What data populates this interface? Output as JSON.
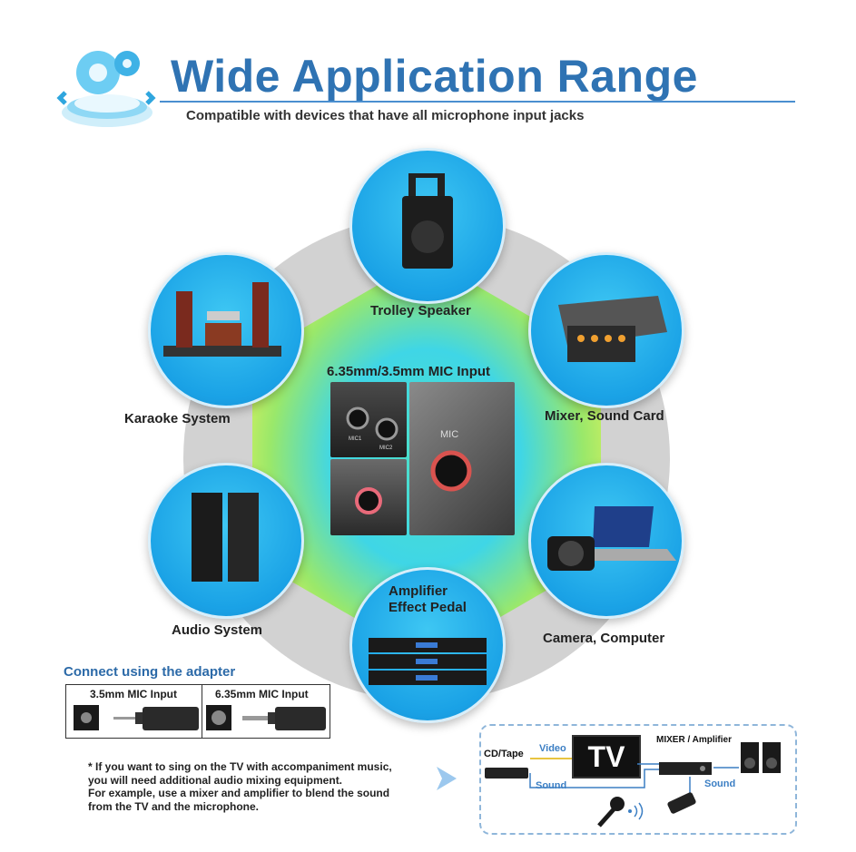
{
  "header": {
    "title": "Wide Application Range",
    "subtitle": "Compatible with devices that have all microphone input jacks"
  },
  "hub": {
    "center_label": "6.35mm/3.5mm MIC Input",
    "mic_jack_labels": [
      "MIC1",
      "MIC2",
      "MIC"
    ]
  },
  "applications": [
    {
      "label": "Trolley Speaker",
      "icon": "trolley-speaker-icon"
    },
    {
      "label": "Mixer, Sound Card",
      "icon": "mixer-icon"
    },
    {
      "label": "Camera, Computer",
      "icon": "camera-laptop-icon"
    },
    {
      "label": "Amplifier\nEffect Pedal",
      "icon": "amplifier-icon"
    },
    {
      "label": "Audio System",
      "icon": "tower-speakers-icon"
    },
    {
      "label": "Karaoke System",
      "icon": "home-theater-icon"
    }
  ],
  "adapter": {
    "heading": "Connect using the adapter",
    "options": [
      {
        "label": "3.5mm MIC Input"
      },
      {
        "label": "6.35mm MIC Input"
      }
    ]
  },
  "note": {
    "lines": [
      "* If you want to sing on the TV with accompaniment music,",
      "you will need additional audio mixing equipment.",
      "For example, use a mixer and amplifier to blend the sound",
      "from the TV and the microphone."
    ]
  },
  "diagram": {
    "source": "CD/Tape",
    "video": "Video",
    "tv": "TV",
    "mixer": "MIXER / Amplifier",
    "sound_left": "Sound",
    "sound_right": "Sound"
  },
  "colors": {
    "title": "#2f73b3",
    "bubble": "#1aa2e6",
    "ring": "#d0d0d0",
    "heading_blue": "#2c6aa8"
  }
}
